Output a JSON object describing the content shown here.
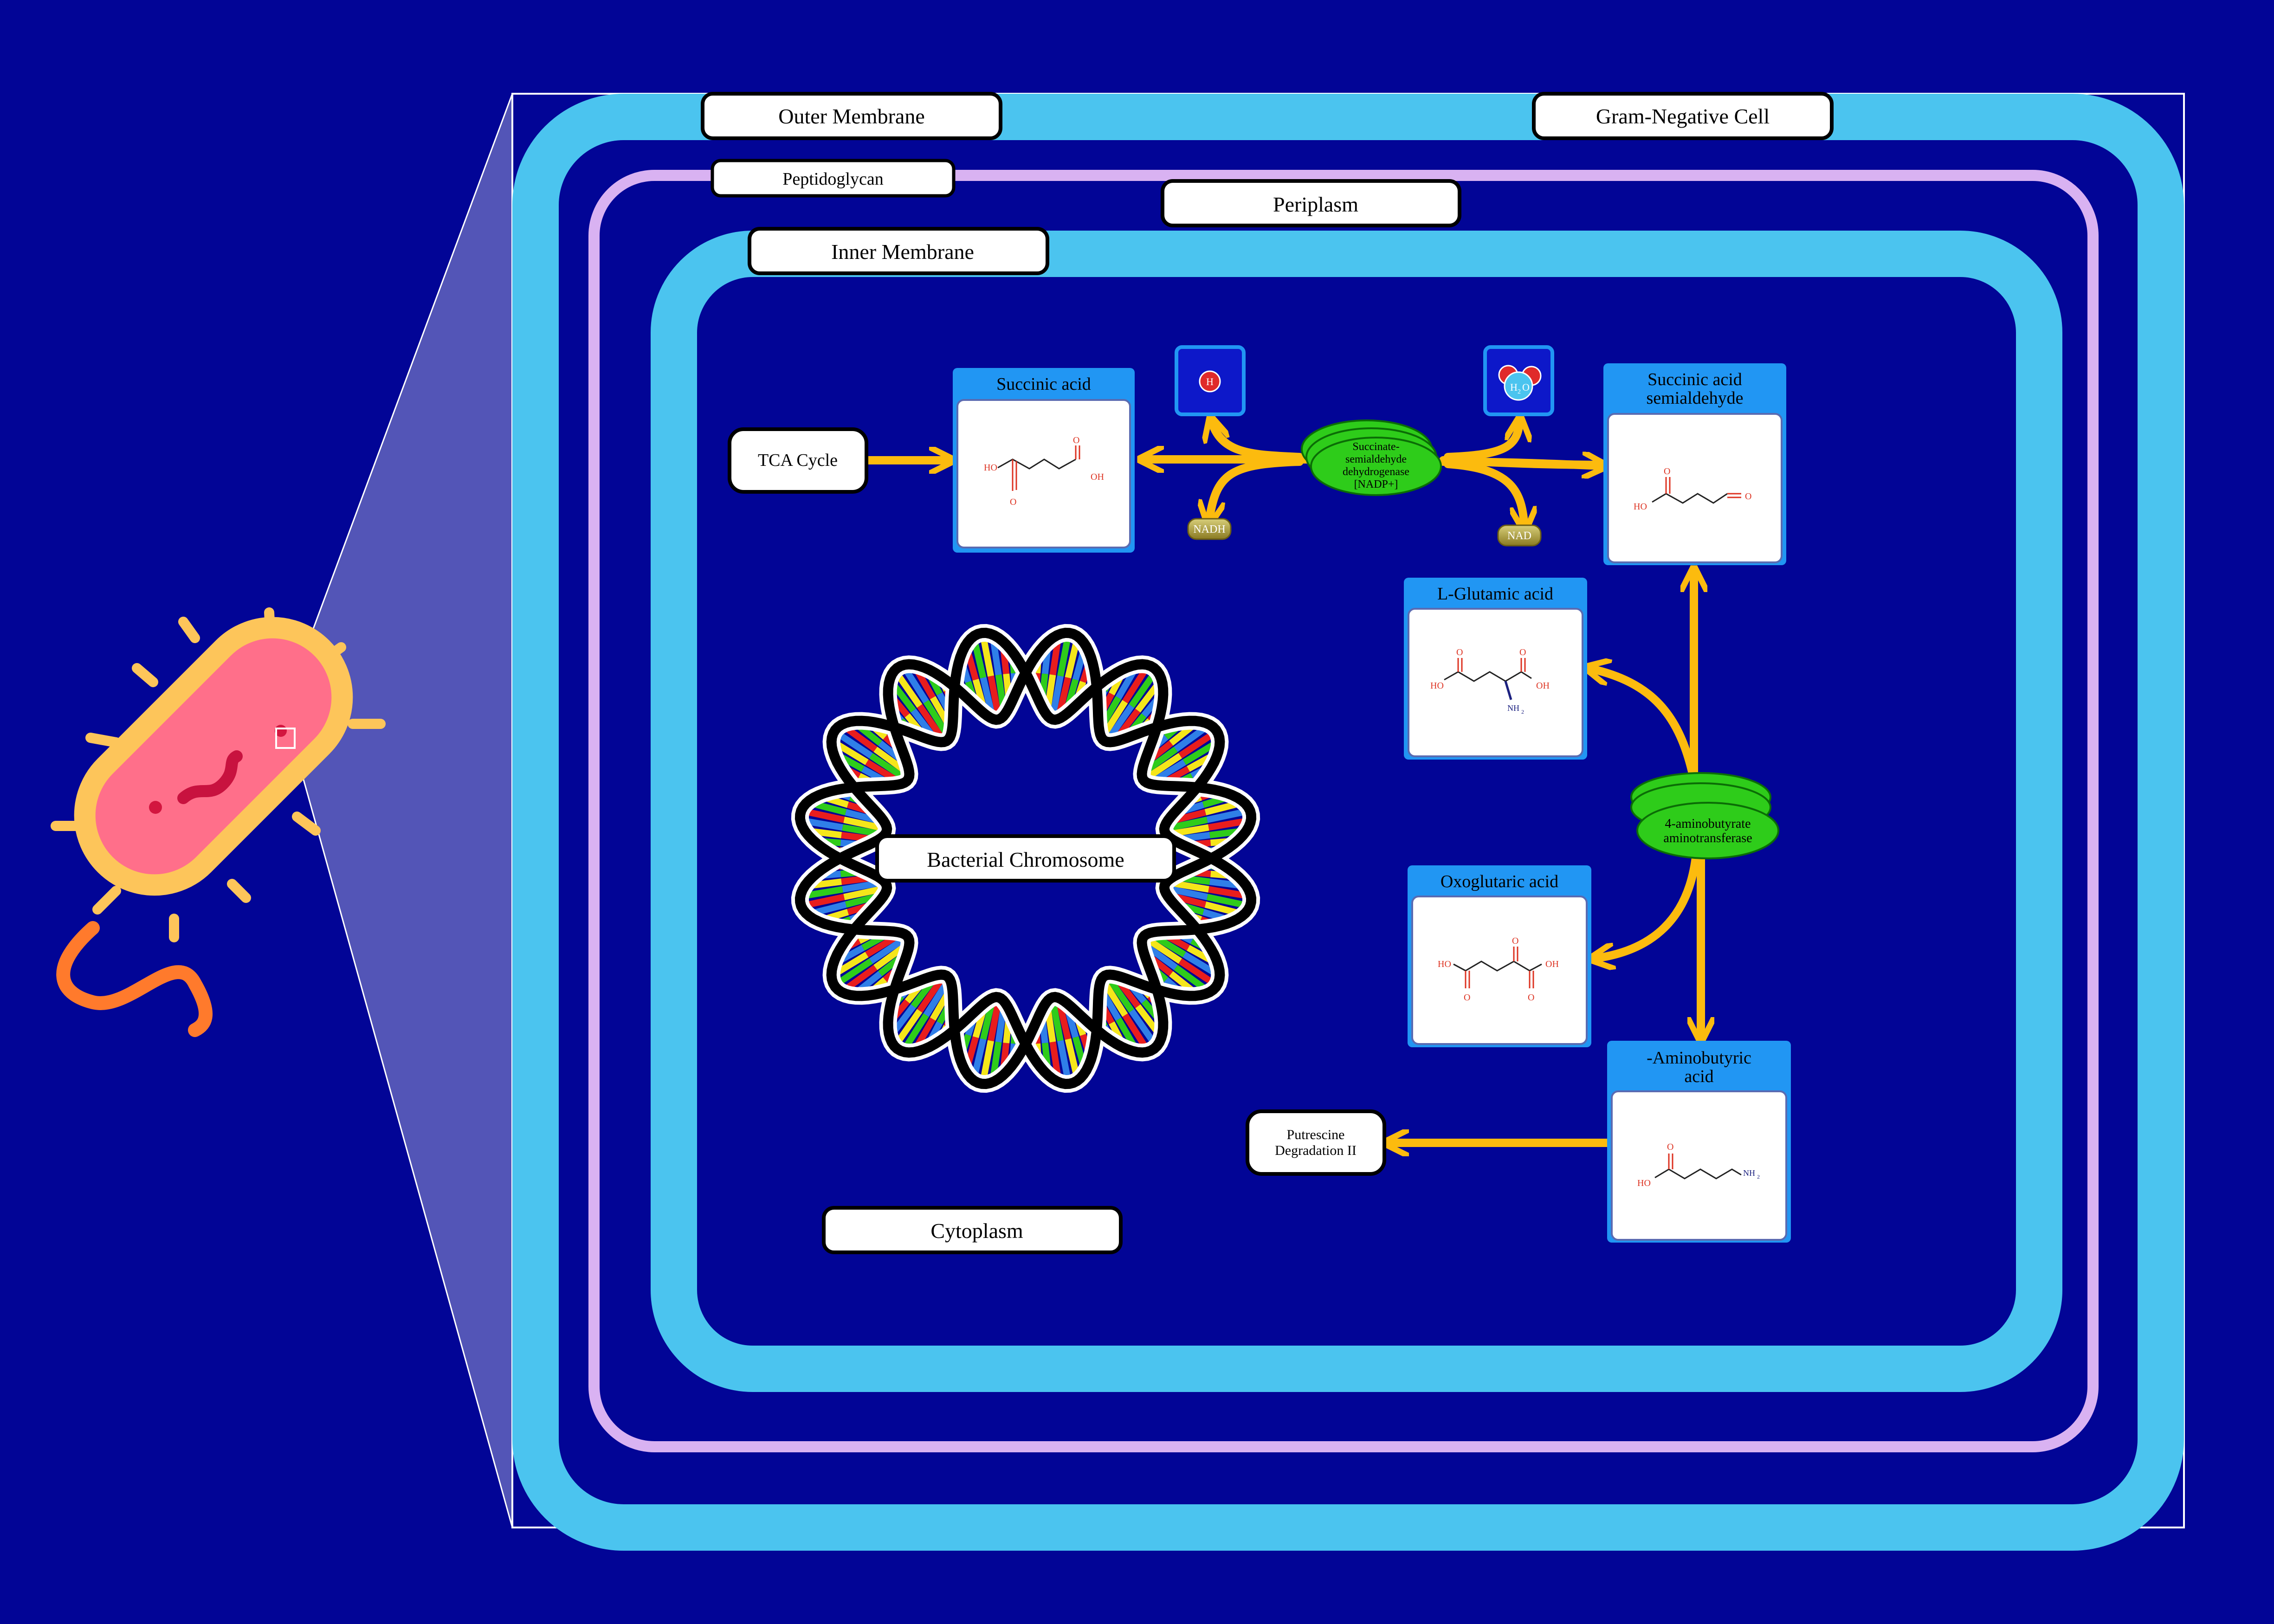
{
  "colors": {
    "background": "#020596",
    "membrane": "#4bc4ef",
    "peptidoglycan": "#d9b2f2",
    "arrow": "#fcbb0e",
    "enzyme": "#2ecc1a",
    "metabolite_header": "#2196f3",
    "cofactor": "#a5963a",
    "bacterium_body": "#ff6f8a",
    "bacterium_outline": "#fdc55a",
    "flagella": "#ff7a2c"
  },
  "compartments": {
    "outer_membrane": "Outer Membrane",
    "cell": "Gram-Negative Cell",
    "peptidoglycan": "Peptidoglycan",
    "periplasm": "Periplasm",
    "inner_membrane": "Inner Membrane",
    "cytoplasm": "Cytoplasm",
    "chromosome": "Bacterial Chromosome"
  },
  "pathways": {
    "tca": "TCA Cycle",
    "putrescine": [
      "Putrescine",
      "Degradation II"
    ]
  },
  "metabolites": {
    "succinic_acid": "Succinic acid",
    "ssa": [
      "Succinic acid",
      "semialdehyde"
    ],
    "glutamic": "L-Glutamic acid",
    "oxoglutaric": "Oxoglutaric acid",
    "gaba": [
      "-Aminobutyric",
      "acid"
    ]
  },
  "enzymes": {
    "ssadh": [
      "Succinate-",
      "semialdehyde",
      "dehydrogenase",
      "[NADP+]"
    ],
    "gabat": [
      "4-aminobutyrate",
      "aminotransferase"
    ]
  },
  "cofactors": {
    "nadh": "NADH",
    "nad": "NAD",
    "proton": "H",
    "water_h": "H",
    "water_sub": "2",
    "water_o": "O"
  },
  "structures": {
    "ho": "HO",
    "oh": "OH",
    "o": "O",
    "nh2": "NH",
    "nh2_sub": "2"
  }
}
